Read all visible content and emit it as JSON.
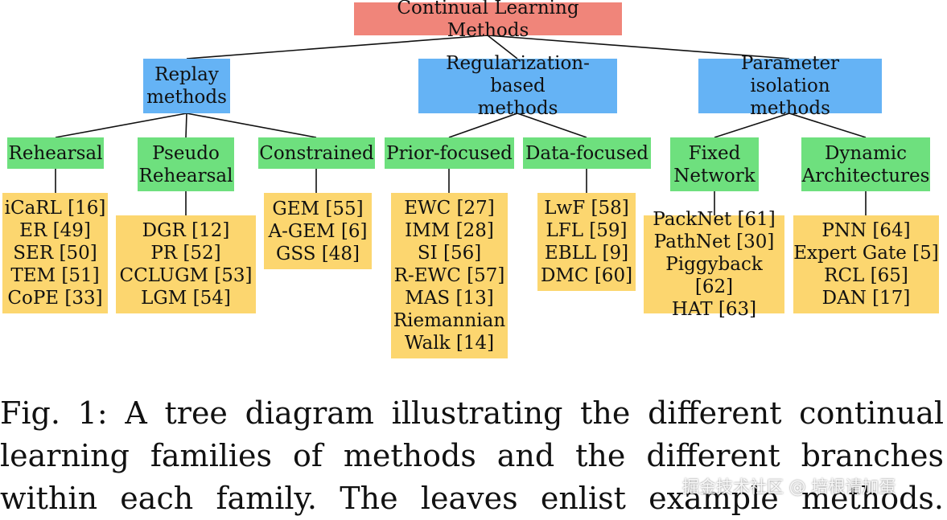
{
  "root": {
    "label": "Continual Learning Methods"
  },
  "categories": [
    {
      "id": "replay",
      "label": "Replay\nmethods"
    },
    {
      "id": "reg",
      "label": "Regularization-based\nmethods"
    },
    {
      "id": "param",
      "label": "Parameter isolation\nmethods"
    }
  ],
  "subcategories": [
    {
      "id": "rehearsal",
      "parent": "replay",
      "label": "Rehearsal"
    },
    {
      "id": "pseudo",
      "parent": "replay",
      "label": "Pseudo\nRehearsal"
    },
    {
      "id": "constrained",
      "parent": "replay",
      "label": "Constrained"
    },
    {
      "id": "prior",
      "parent": "reg",
      "label": "Prior-focused"
    },
    {
      "id": "data",
      "parent": "reg",
      "label": "Data-focused"
    },
    {
      "id": "fixed",
      "parent": "param",
      "label": "Fixed\nNetwork"
    },
    {
      "id": "dynamic",
      "parent": "param",
      "label": "Dynamic\nArchitectures"
    }
  ],
  "leaves": [
    {
      "parent": "rehearsal",
      "items": [
        "iCaRL [16]",
        "ER [49]",
        "SER [50]",
        "TEM [51]",
        "CoPE [33]"
      ]
    },
    {
      "parent": "pseudo",
      "items": [
        "DGR [12]",
        "PR [52]",
        "CCLUGM [53]",
        "LGM [54]"
      ]
    },
    {
      "parent": "constrained",
      "items": [
        "GEM [55]",
        "A-GEM [6]",
        "GSS [48]"
      ]
    },
    {
      "parent": "prior",
      "items": [
        "EWC [27]",
        "IMM [28]",
        "SI [56]",
        "R-EWC [57]",
        "MAS [13]",
        "Riemannian",
        "Walk [14]"
      ]
    },
    {
      "parent": "data",
      "items": [
        "LwF [58]",
        "LFL [59]",
        "EBLL [9]",
        "DMC [60]"
      ]
    },
    {
      "parent": "fixed",
      "items": [
        "PackNet [61]",
        "PathNet [30]",
        "Piggyback [62]",
        "HAT [63]"
      ]
    },
    {
      "parent": "dynamic",
      "items": [
        "PNN [64]",
        "Expert Gate [5]",
        "RCL [65]",
        "DAN [17]"
      ]
    }
  ],
  "caption": {
    "lines": [
      "Fig. 1: A tree diagram illustrating the different continual",
      "learning families of methods and the different branches",
      "within each family. The leaves enlist example methods."
    ]
  },
  "watermark": "掘金技术社区 @ 培根请加蛋",
  "colors": {
    "root": "#f0857a",
    "category": "#65b3f5",
    "subcategory": "#6ee07e",
    "leaf": "#fcd66f",
    "line": "#111111"
  }
}
